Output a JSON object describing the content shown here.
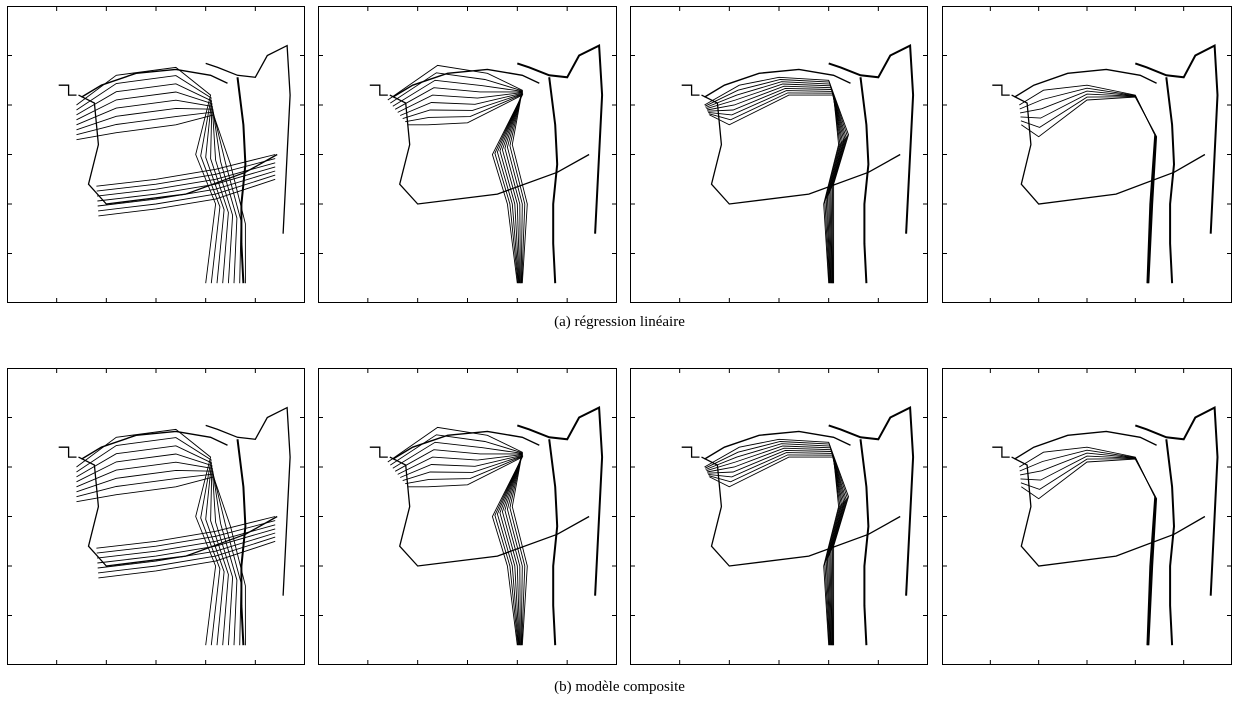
{
  "figure": {
    "rows": [
      {
        "id": "a",
        "caption": "(a) régression linéaire",
        "panels": [
          {
            "id": 1,
            "content": "vocal-tract-contours-jaw-lips-larynx"
          },
          {
            "id": 2,
            "content": "vocal-tract-contours-tongue-front-back"
          },
          {
            "id": 3,
            "content": "vocal-tract-contours-tongue-tip"
          },
          {
            "id": 4,
            "content": "vocal-tract-contours-tongue-dorsum"
          }
        ]
      },
      {
        "id": "b",
        "caption": "(b) modèle composite",
        "panels": [
          {
            "id": 1,
            "content": "vocal-tract-contours-jaw-lips-larynx"
          },
          {
            "id": 2,
            "content": "vocal-tract-contours-tongue-front-back"
          },
          {
            "id": 3,
            "content": "vocal-tract-contours-tongue-tip"
          },
          {
            "id": 4,
            "content": "vocal-tract-contours-tongue-dorsum"
          }
        ]
      }
    ],
    "style": {
      "line_color": "#000000",
      "frame_color": "#000000",
      "background": "#ffffff"
    }
  }
}
